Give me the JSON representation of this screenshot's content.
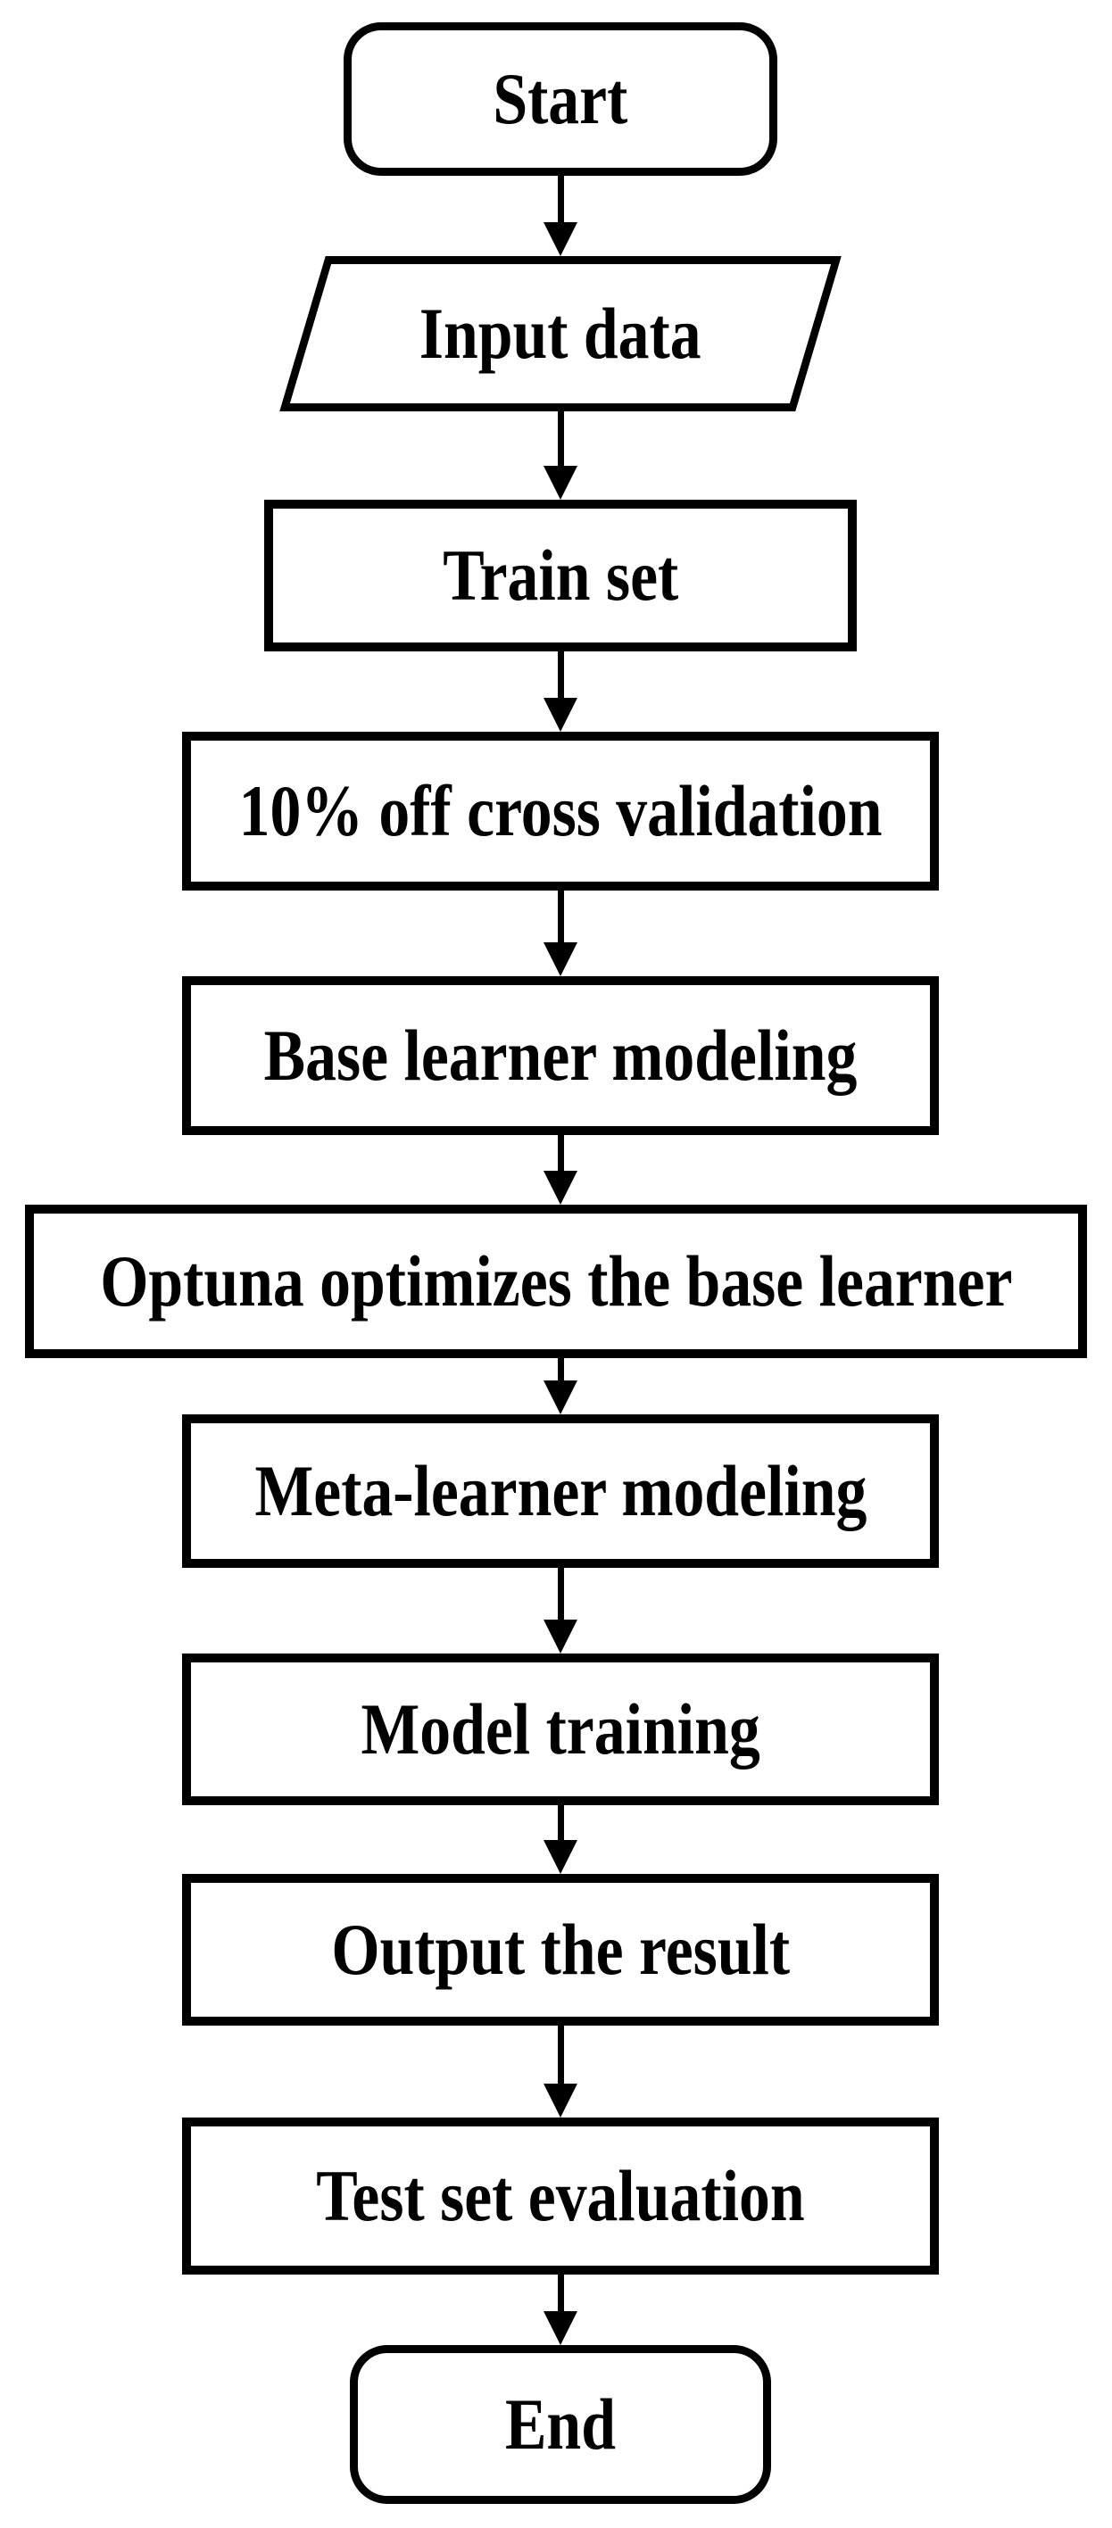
{
  "diagram": {
    "type": "flowchart",
    "direction": "top-down",
    "colors": {
      "stroke": "#000000",
      "fill": "#ffffff",
      "text": "#000000",
      "background": "#ffffff"
    },
    "nodes": [
      {
        "id": "start",
        "shape": "terminator",
        "label": "Start"
      },
      {
        "id": "input-data",
        "shape": "parallelogram",
        "label": "Input data"
      },
      {
        "id": "train-set",
        "shape": "process",
        "label": "Train set"
      },
      {
        "id": "cross-validation",
        "shape": "process",
        "label": "10% off cross validation"
      },
      {
        "id": "base-learner-modeling",
        "shape": "process",
        "label": "Base learner modeling"
      },
      {
        "id": "optuna-optimization",
        "shape": "process",
        "label": "Optuna optimizes the base learner"
      },
      {
        "id": "meta-learner-modeling",
        "shape": "process",
        "label": "Meta-learner modeling"
      },
      {
        "id": "model-training",
        "shape": "process",
        "label": "Model training"
      },
      {
        "id": "output-result",
        "shape": "process",
        "label": "Output the result"
      },
      {
        "id": "test-set-evaluation",
        "shape": "process",
        "label": "Test set evaluation"
      },
      {
        "id": "end",
        "shape": "terminator",
        "label": "End"
      }
    ],
    "edges": [
      {
        "from": "start",
        "to": "input-data"
      },
      {
        "from": "input-data",
        "to": "train-set"
      },
      {
        "from": "train-set",
        "to": "cross-validation"
      },
      {
        "from": "cross-validation",
        "to": "base-learner-modeling"
      },
      {
        "from": "base-learner-modeling",
        "to": "optuna-optimization"
      },
      {
        "from": "optuna-optimization",
        "to": "meta-learner-modeling"
      },
      {
        "from": "meta-learner-modeling",
        "to": "model-training"
      },
      {
        "from": "model-training",
        "to": "output-result"
      },
      {
        "from": "output-result",
        "to": "test-set-evaluation"
      },
      {
        "from": "test-set-evaluation",
        "to": "end"
      }
    ]
  }
}
